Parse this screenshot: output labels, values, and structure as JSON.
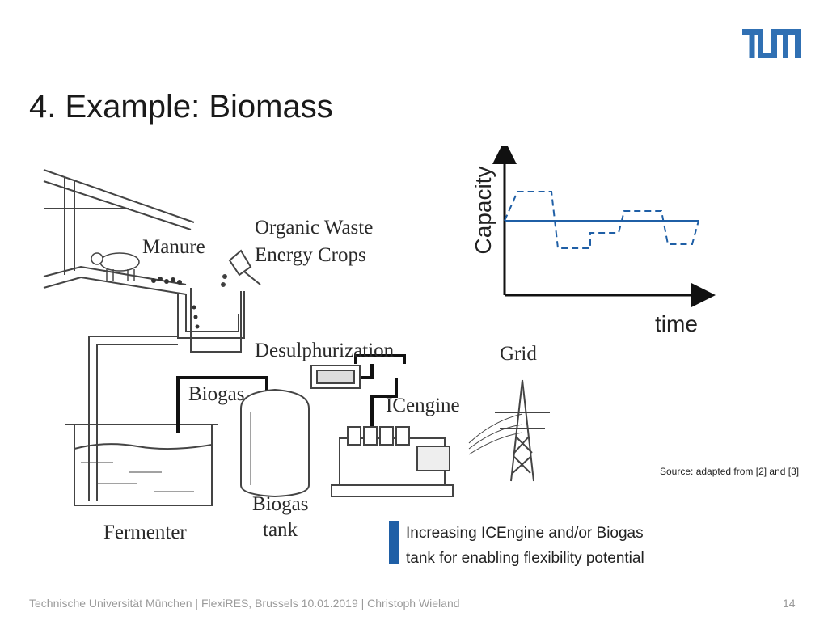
{
  "slide": {
    "title": "4. Example: Biomass",
    "source_note": "Source: adapted from [2] and [3]",
    "highlight_line1": "Increasing ICEngine and/or Biogas",
    "highlight_line2": "tank for enabling flexibility potential",
    "footer": "Technische Universität München | FlexiRES, Brussels 10.01.2019 | Christoph Wieland",
    "page_number": "14",
    "accent_color": "#1f5fa6"
  },
  "diagram": {
    "labels": {
      "manure": "Manure",
      "organic_waste": "Organic Waste",
      "energy_crops": "Energy Crops",
      "desulphurization": "Desulphurization",
      "grid": "Grid",
      "biogas": "Biogas",
      "icengine": "ICengine",
      "biogas_tank_1": "Biogas",
      "biogas_tank_2": "tank",
      "fermenter": "Fermenter"
    }
  },
  "mini_chart": {
    "y_label": "Capacity",
    "x_label": "time",
    "line_color": "#1f5fa6"
  }
}
